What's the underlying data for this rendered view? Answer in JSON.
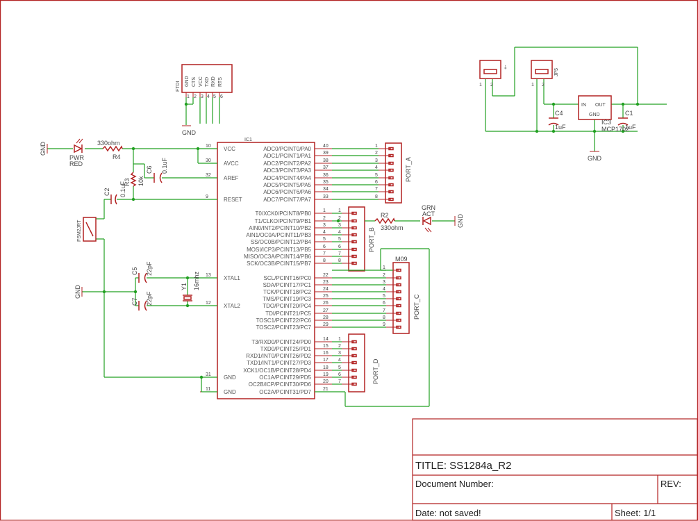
{
  "title_block": {
    "title": "TITLE: SS1284a_R2",
    "doc_number": "Document Number:",
    "rev": "REV:",
    "date": "Date: not saved!",
    "sheet": "Sheet: 1/1"
  },
  "ic1": {
    "name": "IC1",
    "left_pins": [
      {
        "num": "10",
        "label": "VCC"
      },
      {
        "num": "30",
        "label": "AVCC"
      },
      {
        "num": "32",
        "label": "AREF"
      },
      {
        "num": "9",
        "label": "RESET"
      },
      {
        "num": "13",
        "label": "XTAL1"
      },
      {
        "num": "12",
        "label": "XTAL2"
      },
      {
        "num": "31",
        "label": "GND"
      },
      {
        "num": "11",
        "label": "GND"
      }
    ],
    "right_pins": [
      {
        "num": "40",
        "label": "ADC0/PCINT0/PA0"
      },
      {
        "num": "39",
        "label": "ADC1/PCINT1/PA1"
      },
      {
        "num": "38",
        "label": "ADC2/PCINT2/PA2"
      },
      {
        "num": "37",
        "label": "ADC3/PCINT3/PA3"
      },
      {
        "num": "36",
        "label": "ADC4/PCINT4/PA4"
      },
      {
        "num": "35",
        "label": "ADC5/PCINT5/PA5"
      },
      {
        "num": "34",
        "label": "ADC6/PCINT6/PA6"
      },
      {
        "num": "33",
        "label": "ADC7/PCINT7/PA7"
      },
      {
        "num": "1",
        "label": "T0/XCK0/PCINT8/PB0"
      },
      {
        "num": "2",
        "label": "T1/CLKO/PCINT9/PB1"
      },
      {
        "num": "3",
        "label": "AIN0/INT2/PCINT10/PB2"
      },
      {
        "num": "4",
        "label": "AIN1/OC0A/PCINT11/PB3"
      },
      {
        "num": "5",
        "label": "SS/OC0B/PCINT12/PB4"
      },
      {
        "num": "6",
        "label": "MOSI/ICP3/PCINT13/PB5"
      },
      {
        "num": "7",
        "label": "MISO/OC3A/PCINT14/PB6"
      },
      {
        "num": "8",
        "label": "SCK/OC3B/PCINT15/PB7"
      },
      {
        "num": "22",
        "label": "SCL/PCINT16/PC0"
      },
      {
        "num": "23",
        "label": "SDA/PCINT17/PC1"
      },
      {
        "num": "24",
        "label": "TCK/PCINT18/PC2"
      },
      {
        "num": "25",
        "label": "TMS/PCINT19/PC3"
      },
      {
        "num": "26",
        "label": "TDO/PCINT20/PC4"
      },
      {
        "num": "27",
        "label": "TDI/PCINT21/PC5"
      },
      {
        "num": "28",
        "label": "TOSC1/PCINT22/PC6"
      },
      {
        "num": "29",
        "label": "TOSC2/PCINT23/PC7"
      },
      {
        "num": "14",
        "label": "T3/RXD0/PCINT24/PD0"
      },
      {
        "num": "15",
        "label": "TXD0/PCINT25/PD1"
      },
      {
        "num": "16",
        "label": "RXD1/INT0/PCINT26/PD2"
      },
      {
        "num": "17",
        "label": "TXD1/INT1/PCINT27/PD3"
      },
      {
        "num": "18",
        "label": "XCK1/OC1B/PCINT28/PD4"
      },
      {
        "num": "19",
        "label": "OC1A/PCINT29/PD5"
      },
      {
        "num": "20",
        "label": "OC2B/ICP/PCINT30/PD6"
      },
      {
        "num": "21",
        "label": "OC2A/PCINT31/PD7"
      }
    ]
  },
  "ports": {
    "a": {
      "name": "PORT_A",
      "pins": [
        "1",
        "2",
        "3",
        "4",
        "5",
        "6",
        "7",
        "8"
      ]
    },
    "b": {
      "name": "PORT_B",
      "pins": [
        "1",
        "2",
        "3",
        "4",
        "5",
        "6",
        "7",
        "8"
      ]
    },
    "c": {
      "name": "PORT_C",
      "header": "M09",
      "pins": [
        "1",
        "2",
        "3",
        "4",
        "5",
        "6",
        "7",
        "8",
        "9"
      ]
    },
    "d": {
      "name": "PORT_D",
      "pins": [
        "1",
        "2",
        "3",
        "4",
        "5",
        "6",
        "7"
      ]
    }
  },
  "ftdi": {
    "name": "FTDI",
    "pins": [
      "GND",
      "CTS",
      "VCC",
      "TXD",
      "RXD",
      "RTS"
    ],
    "pin_nums": [
      "1",
      "2",
      "3",
      "4",
      "5",
      "6"
    ]
  },
  "components": {
    "r4": {
      "name": "R4",
      "value": "330ohm"
    },
    "r2": {
      "name": "R2",
      "value": "330ohm"
    },
    "r3": {
      "name": "R3",
      "value": "10k"
    },
    "c6": {
      "name": "C6",
      "value": "0.1uF"
    },
    "c2": {
      "name": "C2",
      "value": "0.1uF"
    },
    "c5": {
      "name": "C5",
      "value": "22pF"
    },
    "c7": {
      "name": "C7",
      "value": "22pF"
    },
    "c4": {
      "name": "C4",
      "value": "1uF"
    },
    "c1": {
      "name": "C1",
      "value": "1uF"
    },
    "y1": {
      "name": "Y1",
      "value": "16mhz"
    },
    "led_pwr": {
      "name": "PWR",
      "value": "RED"
    },
    "led_act": {
      "name": "GRN",
      "value": "ACT"
    },
    "switch": {
      "name": "FSM2JRT"
    },
    "ic3": {
      "name": "IC3",
      "value": "MCP1702",
      "pin_in": "IN",
      "pin_out": "OUT",
      "pin_gnd": "GND"
    },
    "jp5": {
      "name": "JP5",
      "pins": [
        "1",
        "2"
      ]
    },
    "jp_pwr": {
      "label": "+-",
      "pins": [
        "1",
        "2"
      ]
    }
  },
  "gnd_label": "GND"
}
